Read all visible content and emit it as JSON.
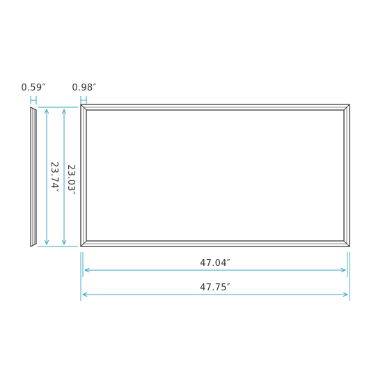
{
  "colors": {
    "dimension_line": "#3aa6c2",
    "outline": "#3a3a3a",
    "background": "#ffffff"
  },
  "dimensions": {
    "side_thickness": "0.59″",
    "frame_width": "0.98″",
    "side_height": "23.74″",
    "inner_height": "23.03″",
    "inner_width": "47.04″",
    "outer_width": "47.75″"
  }
}
